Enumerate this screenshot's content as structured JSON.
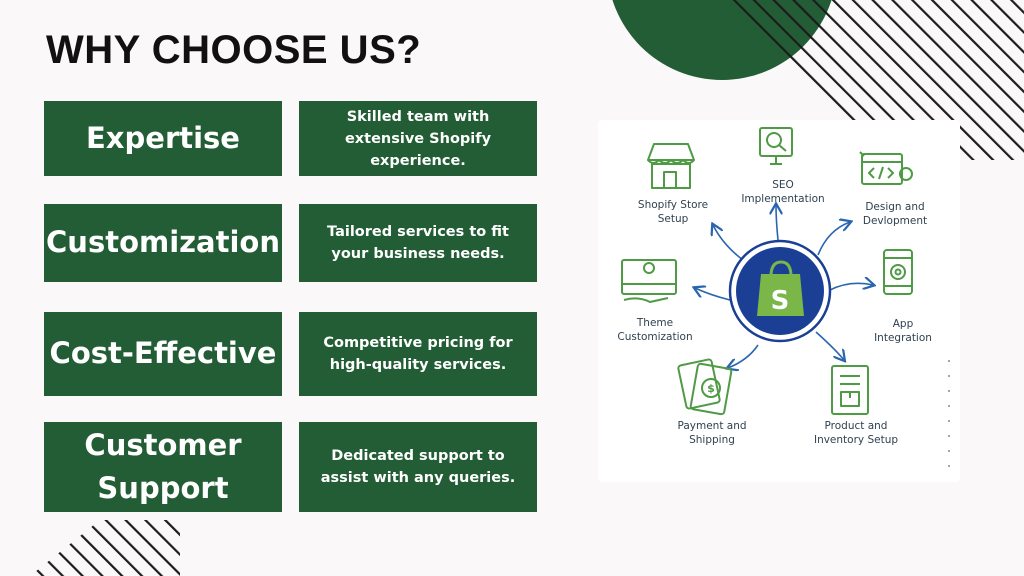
{
  "page": {
    "title": "WHY CHOOSE US?"
  },
  "reasons": [
    {
      "label": "Expertise",
      "description": "Skilled team with extensive Shopify experience."
    },
    {
      "label": "Customization",
      "description": "Tailored services to fit your business needs."
    },
    {
      "label": "Cost-Effective",
      "description": "Competitive pricing for high-quality services."
    },
    {
      "label": "Customer Support",
      "description": "Dedicated support to assist with any queries."
    }
  ],
  "diagram": {
    "center_icon": "shopify-bag-icon",
    "nodes": [
      {
        "label": "SEO\nImplementation",
        "icon": "seo-monitor-icon"
      },
      {
        "label": "Design and\nDevlopment",
        "icon": "code-settings-icon"
      },
      {
        "label": "App Integration",
        "icon": "mobile-app-icon"
      },
      {
        "label": "Product and\nInventory Setup",
        "icon": "inventory-list-icon"
      },
      {
        "label": "Payment and\nShipping",
        "icon": "payment-cash-icon"
      },
      {
        "label": "Theme\nCustomization",
        "icon": "theme-monitor-icon"
      },
      {
        "label": "Shopify Store\nSetup",
        "icon": "storefront-icon"
      }
    ]
  },
  "colors": {
    "brand_green": "#235d35",
    "icon_green": "#4f9a45",
    "shopify_blue": "#1b3f94",
    "shopify_green": "#7ab648"
  }
}
